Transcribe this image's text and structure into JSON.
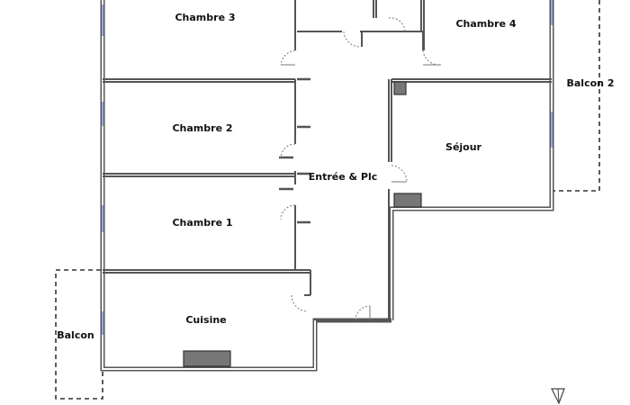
{
  "rooms": {
    "chambre3": "Chambre 3",
    "chambre4": "Chambre 4",
    "chambre2": "Chambre 2",
    "sejour": "Séjour",
    "chambre1": "Chambre 1",
    "entree": "Entrée & Plc",
    "cuisine": "Cuisine",
    "balcon": "Balcon",
    "balcon2": "Balcon 2"
  },
  "colors": {
    "wall": "#555555",
    "window": "#4a6fd0",
    "fixture": "#777777"
  },
  "icons": {
    "compass": "north-arrow-icon"
  }
}
